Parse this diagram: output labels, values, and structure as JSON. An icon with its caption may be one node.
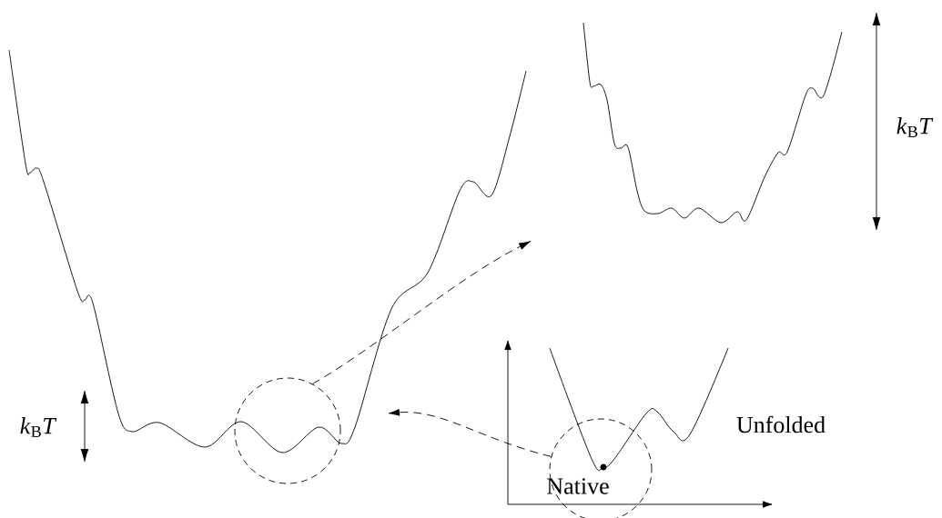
{
  "diagram": {
    "nodes": [
      {
        "text": [],
        "shape": "circle"
      },
      {
        "text": [],
        "shape": "picture"
      },
      {
        "text": [],
        "shape": "circle"
      }
    ],
    "edges": [
      {
        "from": 0,
        "to": 1,
        "arrow": "to",
        "style": "dashed"
      },
      {
        "from": 2,
        "to": null,
        "arrow": "to",
        "style": "dashed"
      }
    ],
    "labels": [
      "*k*$_{B}$*T*",
      "*k*$_{B}$*T*",
      "Unfolded",
      "Native"
    ]
  }
}
